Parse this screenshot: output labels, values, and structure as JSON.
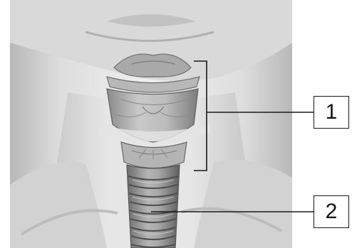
{
  "labels": [
    {
      "id": "1",
      "text": "1",
      "target": "larynx"
    },
    {
      "id": "2",
      "text": "2",
      "target": "trachea"
    }
  ],
  "colors": {
    "line": "#1a1a1a",
    "skin_light": "#e9e9e9",
    "skin_shadow": "#bdbdbd",
    "cartilage": "#9a9a9a",
    "background": "#ffffff"
  }
}
